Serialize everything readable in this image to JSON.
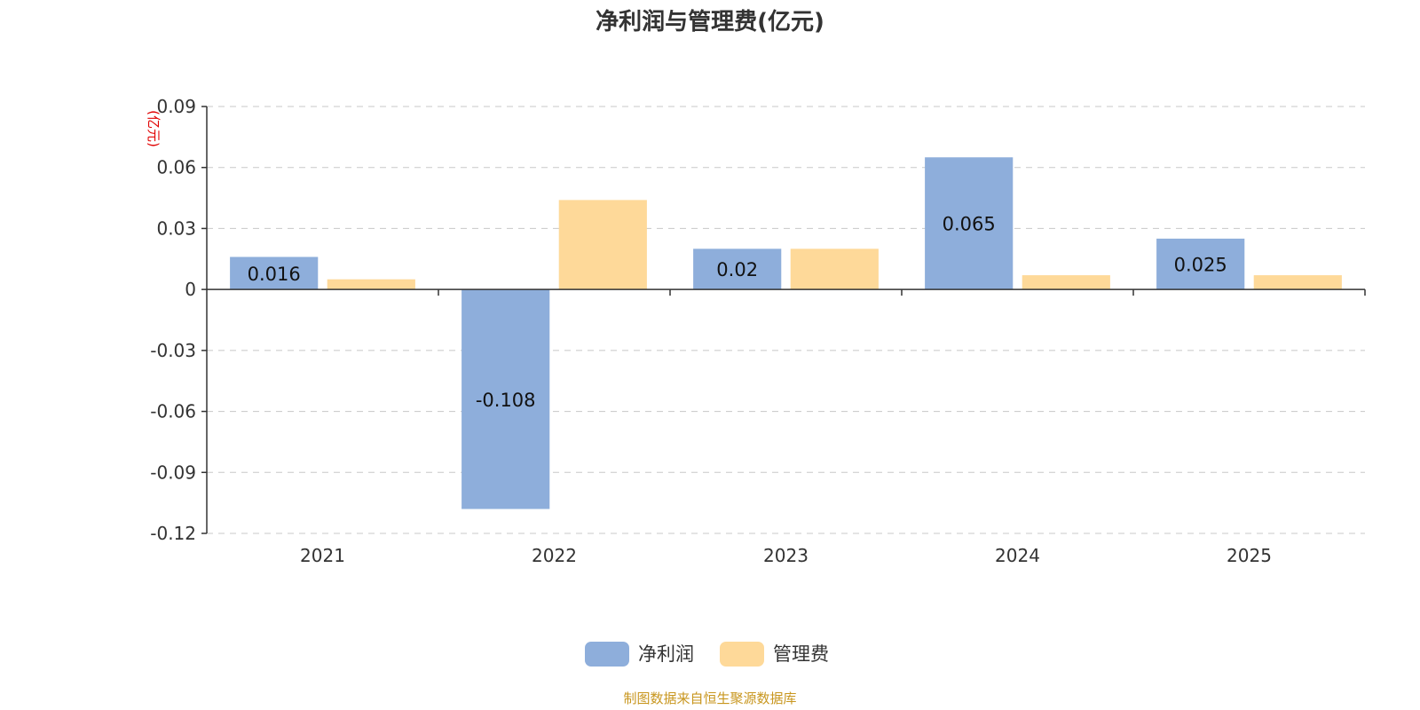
{
  "chart_data": {
    "type": "bar",
    "title": "净利润与管理费(亿元)",
    "unit_label": "(亿元)",
    "categories": [
      "2021",
      "2022",
      "2023",
      "2024",
      "2025"
    ],
    "series": [
      {
        "name": "净利润",
        "values": [
          0.016,
          -0.108,
          0.02,
          0.065,
          0.025
        ],
        "labels": [
          "0.016",
          "-0.108",
          "0.02",
          "0.065",
          "0.025"
        ],
        "color": "#8eaedb"
      },
      {
        "name": "管理费",
        "values": [
          0.005,
          0.044,
          0.02,
          0.007,
          0.007
        ],
        "color": "#fed999"
      }
    ],
    "ylim": [
      -0.12,
      0.09
    ],
    "yticks": [
      0.09,
      0.06,
      0.03,
      0,
      -0.03,
      -0.06,
      -0.09,
      -0.12
    ],
    "ytick_labels": [
      "0.09",
      "0.06",
      "0.03",
      "0",
      "-0.03",
      "-0.06",
      "-0.09",
      "-0.12"
    ],
    "grid": true,
    "legend_position": "bottom-center"
  },
  "source_note": "制图数据来自恒生聚源数据库"
}
